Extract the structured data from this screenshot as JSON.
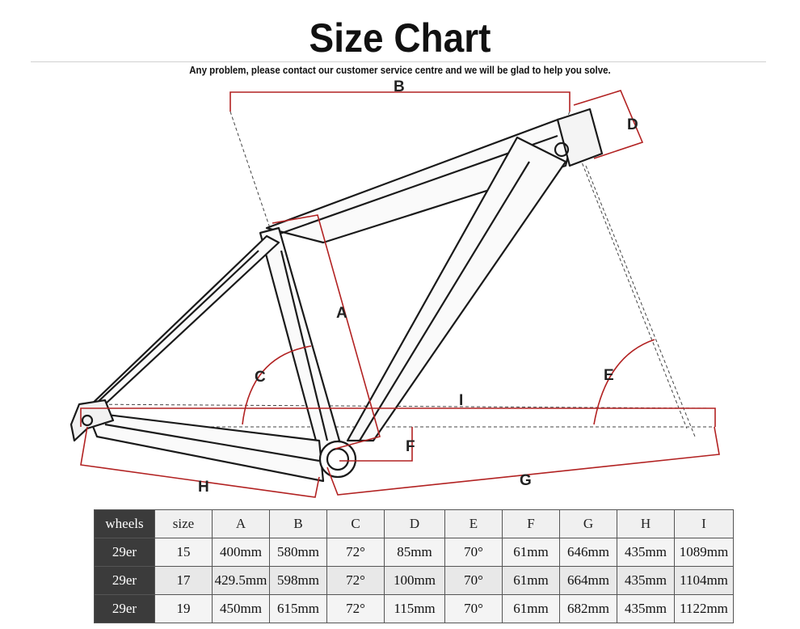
{
  "header": {
    "title": "Size Chart",
    "subtitle": "Any problem, please contact our customer service centre and we will be glad to help you solve."
  },
  "diagram": {
    "labels": {
      "A": "A",
      "B": "B",
      "C": "C",
      "D": "D",
      "E": "E",
      "F": "F",
      "G": "G",
      "H": "H",
      "I": "I"
    },
    "colors": {
      "frame": "#1a1a1a",
      "dimension": "#b22222",
      "construction": "#444444"
    }
  },
  "table": {
    "headers": [
      "wheels",
      "size",
      "A",
      "B",
      "C",
      "D",
      "E",
      "F",
      "G",
      "H",
      "I"
    ],
    "rows": [
      [
        "29er",
        "15",
        "400mm",
        "580mm",
        "72°",
        "85mm",
        "70°",
        "61mm",
        "646mm",
        "435mm",
        "1089mm"
      ],
      [
        "29er",
        "17",
        "429.5mm",
        "598mm",
        "72°",
        "100mm",
        "70°",
        "61mm",
        "664mm",
        "435mm",
        "1104mm"
      ],
      [
        "29er",
        "19",
        "450mm",
        "615mm",
        "72°",
        "115mm",
        "70°",
        "61mm",
        "682mm",
        "435mm",
        "1122mm"
      ]
    ]
  }
}
